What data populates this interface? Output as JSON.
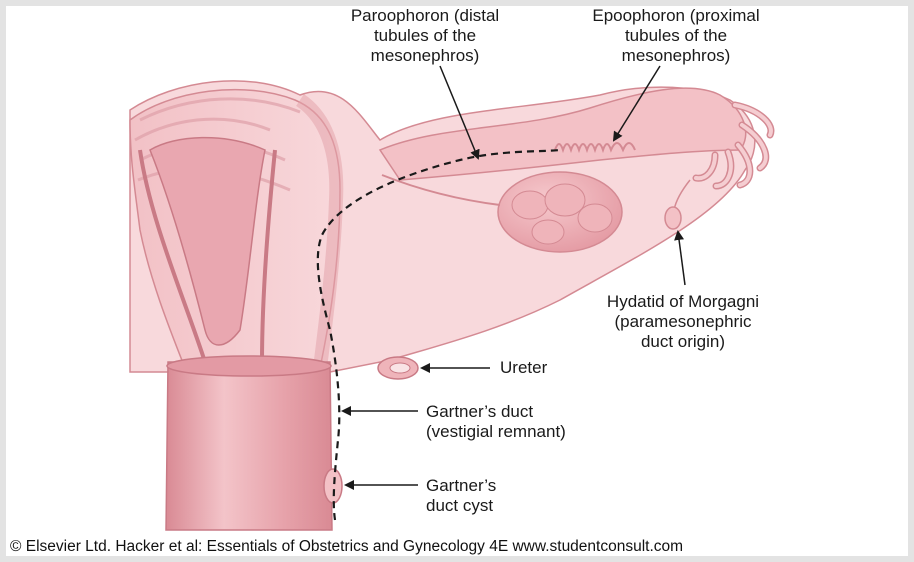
{
  "labels": {
    "paroophoron": "Paroophoron (distal\ntubules of the\nmesonephros)",
    "epoophoron": "Epoophoron (proximal\ntubules of the\nmesonephros)",
    "hydatid": "Hydatid of Morgagni\n(paramesonephric\nduct origin)",
    "ureter": "Ureter",
    "gartners_duct": "Gartner’s duct\n(vestigial remnant)",
    "gartners_cyst": "Gartner’s\nduct cyst"
  },
  "credit": "© Elsevier Ltd. Hacker et al: Essentials of Obstetrics and Gynecology 4E www.studentconsult.com",
  "colors": {
    "tissue_light": "#f7d3d6",
    "tissue_mid": "#efb4ba",
    "tissue_dark": "#d98a94",
    "outline": "#d48a93",
    "duct": "#1a1a1a"
  }
}
